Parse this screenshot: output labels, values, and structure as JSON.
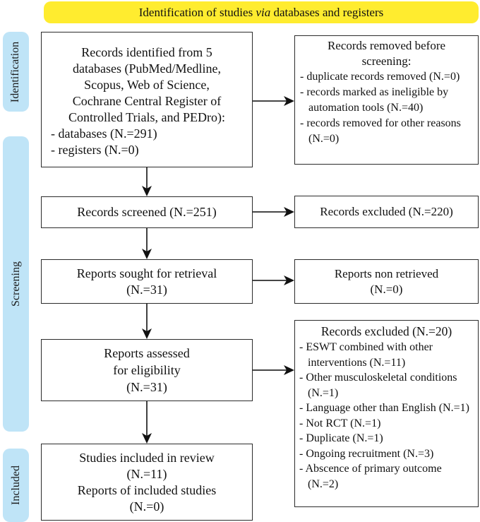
{
  "banner": {
    "text_pre": "Identification of studies ",
    "text_italic": "via",
    "text_post": " databases and registers",
    "bg_color": "#ffec2f"
  },
  "sidebar": {
    "bg_color": "#bfe4f7",
    "labels": {
      "identification": "Identification",
      "screening": "Screening",
      "included": "Included"
    }
  },
  "flow": {
    "box_identified": {
      "heading_lines": [
        "Records identified from 5",
        "databases (PubMed/Medline,",
        "Scopus, Web of Science,",
        "Cochrane Central Register of",
        "Controlled Trials, and PEDro):"
      ],
      "items": [
        "- databases (N.=291)",
        "- registers (N.=0)"
      ]
    },
    "box_removed": {
      "heading_lines": [
        "Records removed before",
        "screening:"
      ],
      "items": [
        "- duplicate records removed (N.=0)",
        "- records marked as ineligible by automation tools (N.=40)",
        "- records removed for other reasons (N.=0)"
      ]
    },
    "box_screened": {
      "text": "Records screened (N.=251)"
    },
    "box_excluded_screening": {
      "text": "Records excluded (N.=220)"
    },
    "box_sought": {
      "lines": [
        "Reports sought for retrieval",
        "(N.=31)"
      ]
    },
    "box_non_retrieved": {
      "lines": [
        "Reports non retrieved",
        "(N.=0)"
      ]
    },
    "box_assessed": {
      "lines": [
        "Reports assessed",
        "for eligibility",
        "(N.=31)"
      ]
    },
    "box_excluded_eligibility": {
      "heading": "Records excluded (N.=20)",
      "items": [
        "- ESWT combined with other interventions (N.=11)",
        "- Other musculoskeletal conditions (N.=1)",
        "- Language other than English (N.=1)",
        "- Not RCT (N.=1)",
        "- Duplicate (N.=1)",
        "- Ongoing recruitment (N.=3)",
        "- Abscence of primary outcome (N.=2)"
      ]
    },
    "box_included": {
      "lines": [
        "Studies included in review",
        "(N.=11)",
        "Reports of included studies",
        "(N.=0)"
      ]
    }
  }
}
